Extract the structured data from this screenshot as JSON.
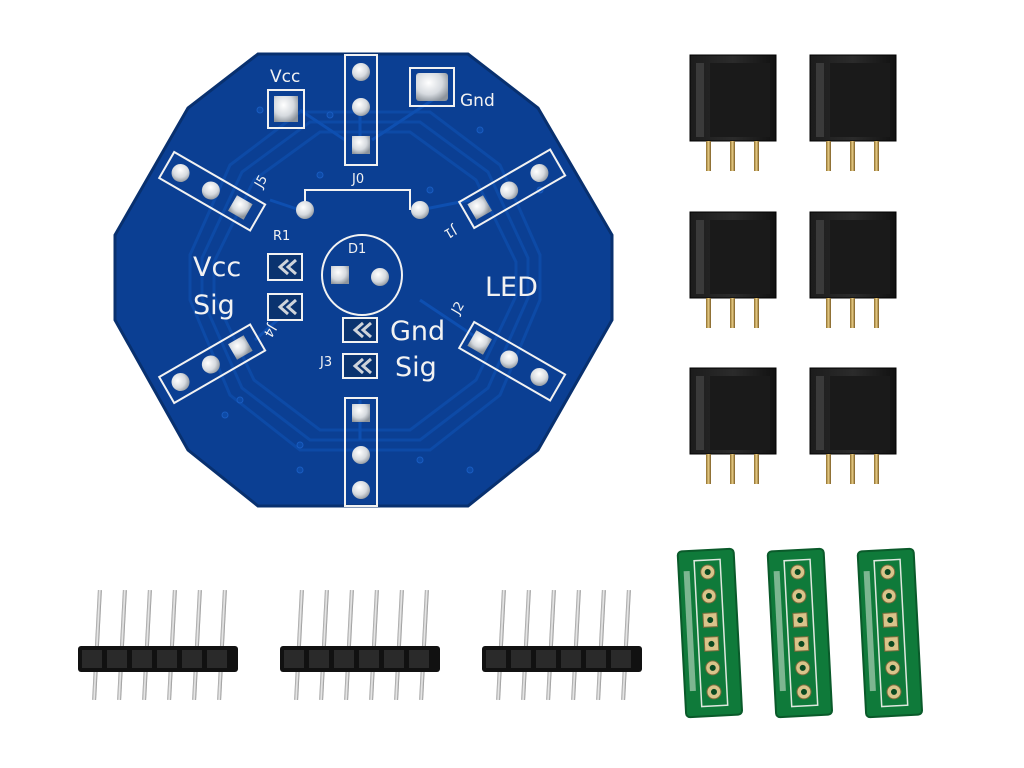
{
  "pcb": {
    "labels": {
      "vcc_top": "Vcc",
      "gnd_top": "Gnd",
      "j0": "J0",
      "j1": "J1",
      "j2": "J2",
      "j3": "J3",
      "j4": "J4",
      "j5": "J5",
      "r1": "R1",
      "d1": "D1",
      "vcc_left": "Vcc",
      "sig_left": "Sig",
      "gnd_mid": "Gnd",
      "sig_mid": "Sig",
      "led": "LED"
    },
    "colors": {
      "board": "#0b3f93",
      "board_edge": "#08306f",
      "trace": "#0d4aa6",
      "silkscreen": "#f2f2f2",
      "pad": "#cfd4da",
      "breakout_green": "#0f7a3a"
    }
  },
  "components": {
    "female_headers_count": 6,
    "male_headers_count": 3,
    "breakout_boards_count": 3
  }
}
